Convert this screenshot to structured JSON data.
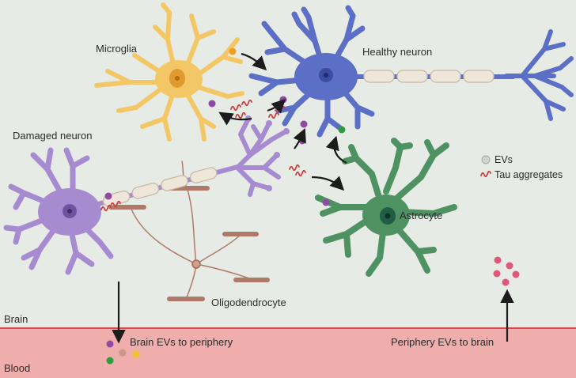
{
  "labels": {
    "microglia": "Microglia",
    "healthy_neuron": "Healthy neuron",
    "damaged_neuron": "Damaged neuron",
    "astrocyte": "Astrocyte",
    "oligodendrocyte": "Oligodendrocyte",
    "brain": "Brain",
    "blood": "Blood",
    "brain_evs_to_periphery": "Brain EVs to periphery",
    "periphery_evs_to_brain": "Periphery EVs to brain"
  },
  "legend": {
    "evs": "EVs",
    "tau_aggregates": "Tau aggregates"
  },
  "colors": {
    "background": "#e6ebe6",
    "blood": "#efadac",
    "brain_blood_border": "#d6454a",
    "microglia": "#f3c766",
    "healthy_neuron": "#5b6fc6",
    "damaged_neuron": "#a78bd0",
    "astrocyte": "#4f9262",
    "oligodendrocyte": "#b07a6a",
    "ev_purple": "#8f4aa3",
    "ev_green": "#2f9a40",
    "ev_orange": "#f0a020",
    "tau": "#c94040"
  }
}
